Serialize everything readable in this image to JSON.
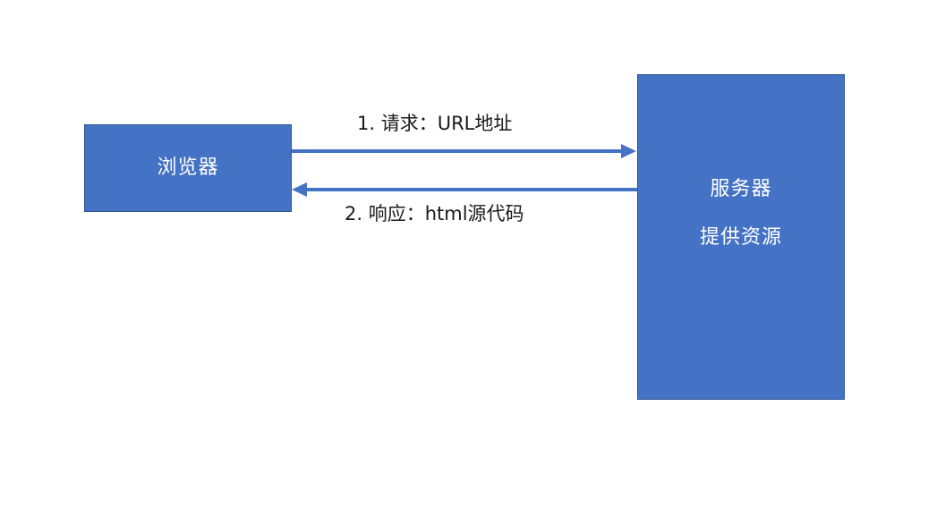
{
  "colors": {
    "box_fill": "#4472c4",
    "box_border": "#2f528f",
    "arrow": "#4472c4",
    "label_text": "#1a1a1a",
    "box_text": "#ffffff",
    "background": "#ffffff"
  },
  "nodes": {
    "browser": {
      "label": "浏览器"
    },
    "server": {
      "label_line1": "服务器",
      "label_line2": "提供资源"
    }
  },
  "edges": {
    "request": {
      "label": "1. 请求：URL地址",
      "from": "browser",
      "to": "server"
    },
    "response": {
      "label": "2. 响应：html源代码",
      "from": "server",
      "to": "browser"
    }
  }
}
